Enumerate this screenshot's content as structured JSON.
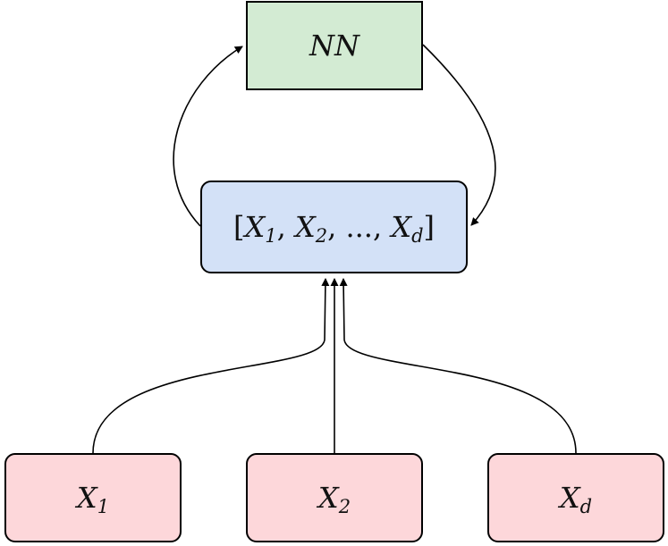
{
  "colors": {
    "nn_fill": "#d3ebd3",
    "concat_fill": "#d3e1f7",
    "input_fill": "#fdd7da",
    "stroke": "#000000"
  },
  "nodes": {
    "nn": {
      "label": "NN"
    },
    "concat": {
      "open": "[",
      "items": [
        {
          "var": "X",
          "sub": "1"
        },
        {
          "var": "X",
          "sub": "2"
        },
        {
          "var": "...",
          "sub": ""
        },
        {
          "var": "X",
          "sub": "d"
        }
      ],
      "close": "]"
    },
    "inputs": [
      {
        "var": "X",
        "sub": "1"
      },
      {
        "var": "X",
        "sub": "2"
      },
      {
        "var": "X",
        "sub": "d"
      }
    ]
  },
  "edges": [
    {
      "from": "x1",
      "to": "concat"
    },
    {
      "from": "x2",
      "to": "concat"
    },
    {
      "from": "xd",
      "to": "concat"
    },
    {
      "from": "concat",
      "to": "nn"
    },
    {
      "from": "nn",
      "to": "concat"
    }
  ]
}
